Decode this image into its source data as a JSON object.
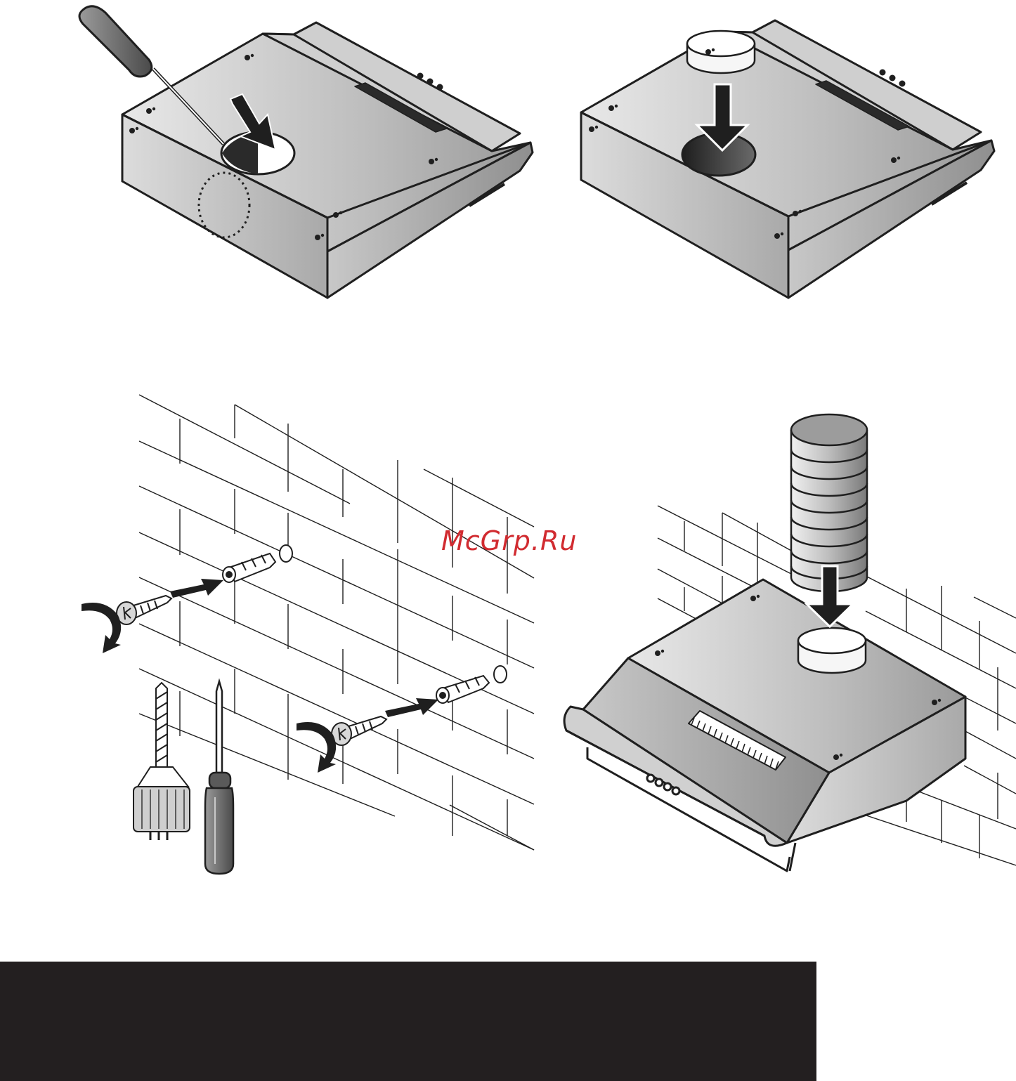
{
  "watermark": {
    "text": "McGrp.Ru",
    "color": "#d12b30"
  },
  "colors": {
    "outline": "#1f1f1f",
    "metal_light": "#e6e6e6",
    "metal_dark": "#8c8c8c",
    "hole_dark": "#2a2a2a",
    "footer": "#231f20",
    "background": "#ffffff"
  },
  "panels": [
    {
      "id": "step-1",
      "icons": [
        "screwdriver-icon",
        "push-arrow-icon",
        "knockout-hole-icon",
        "range-hood-icon"
      ]
    },
    {
      "id": "step-2",
      "icons": [
        "duct-collar-icon",
        "down-arrow-icon",
        "range-hood-icon"
      ]
    },
    {
      "id": "step-3",
      "icons": [
        "brick-wall-icon",
        "screw-icon",
        "wall-plug-icon",
        "rotate-arrow-icon",
        "drill-bit-icon",
        "screwdriver-icon"
      ]
    },
    {
      "id": "step-4",
      "icons": [
        "flexible-duct-icon",
        "down-arrow-icon",
        "range-hood-icon",
        "brick-wall-icon"
      ]
    }
  ]
}
